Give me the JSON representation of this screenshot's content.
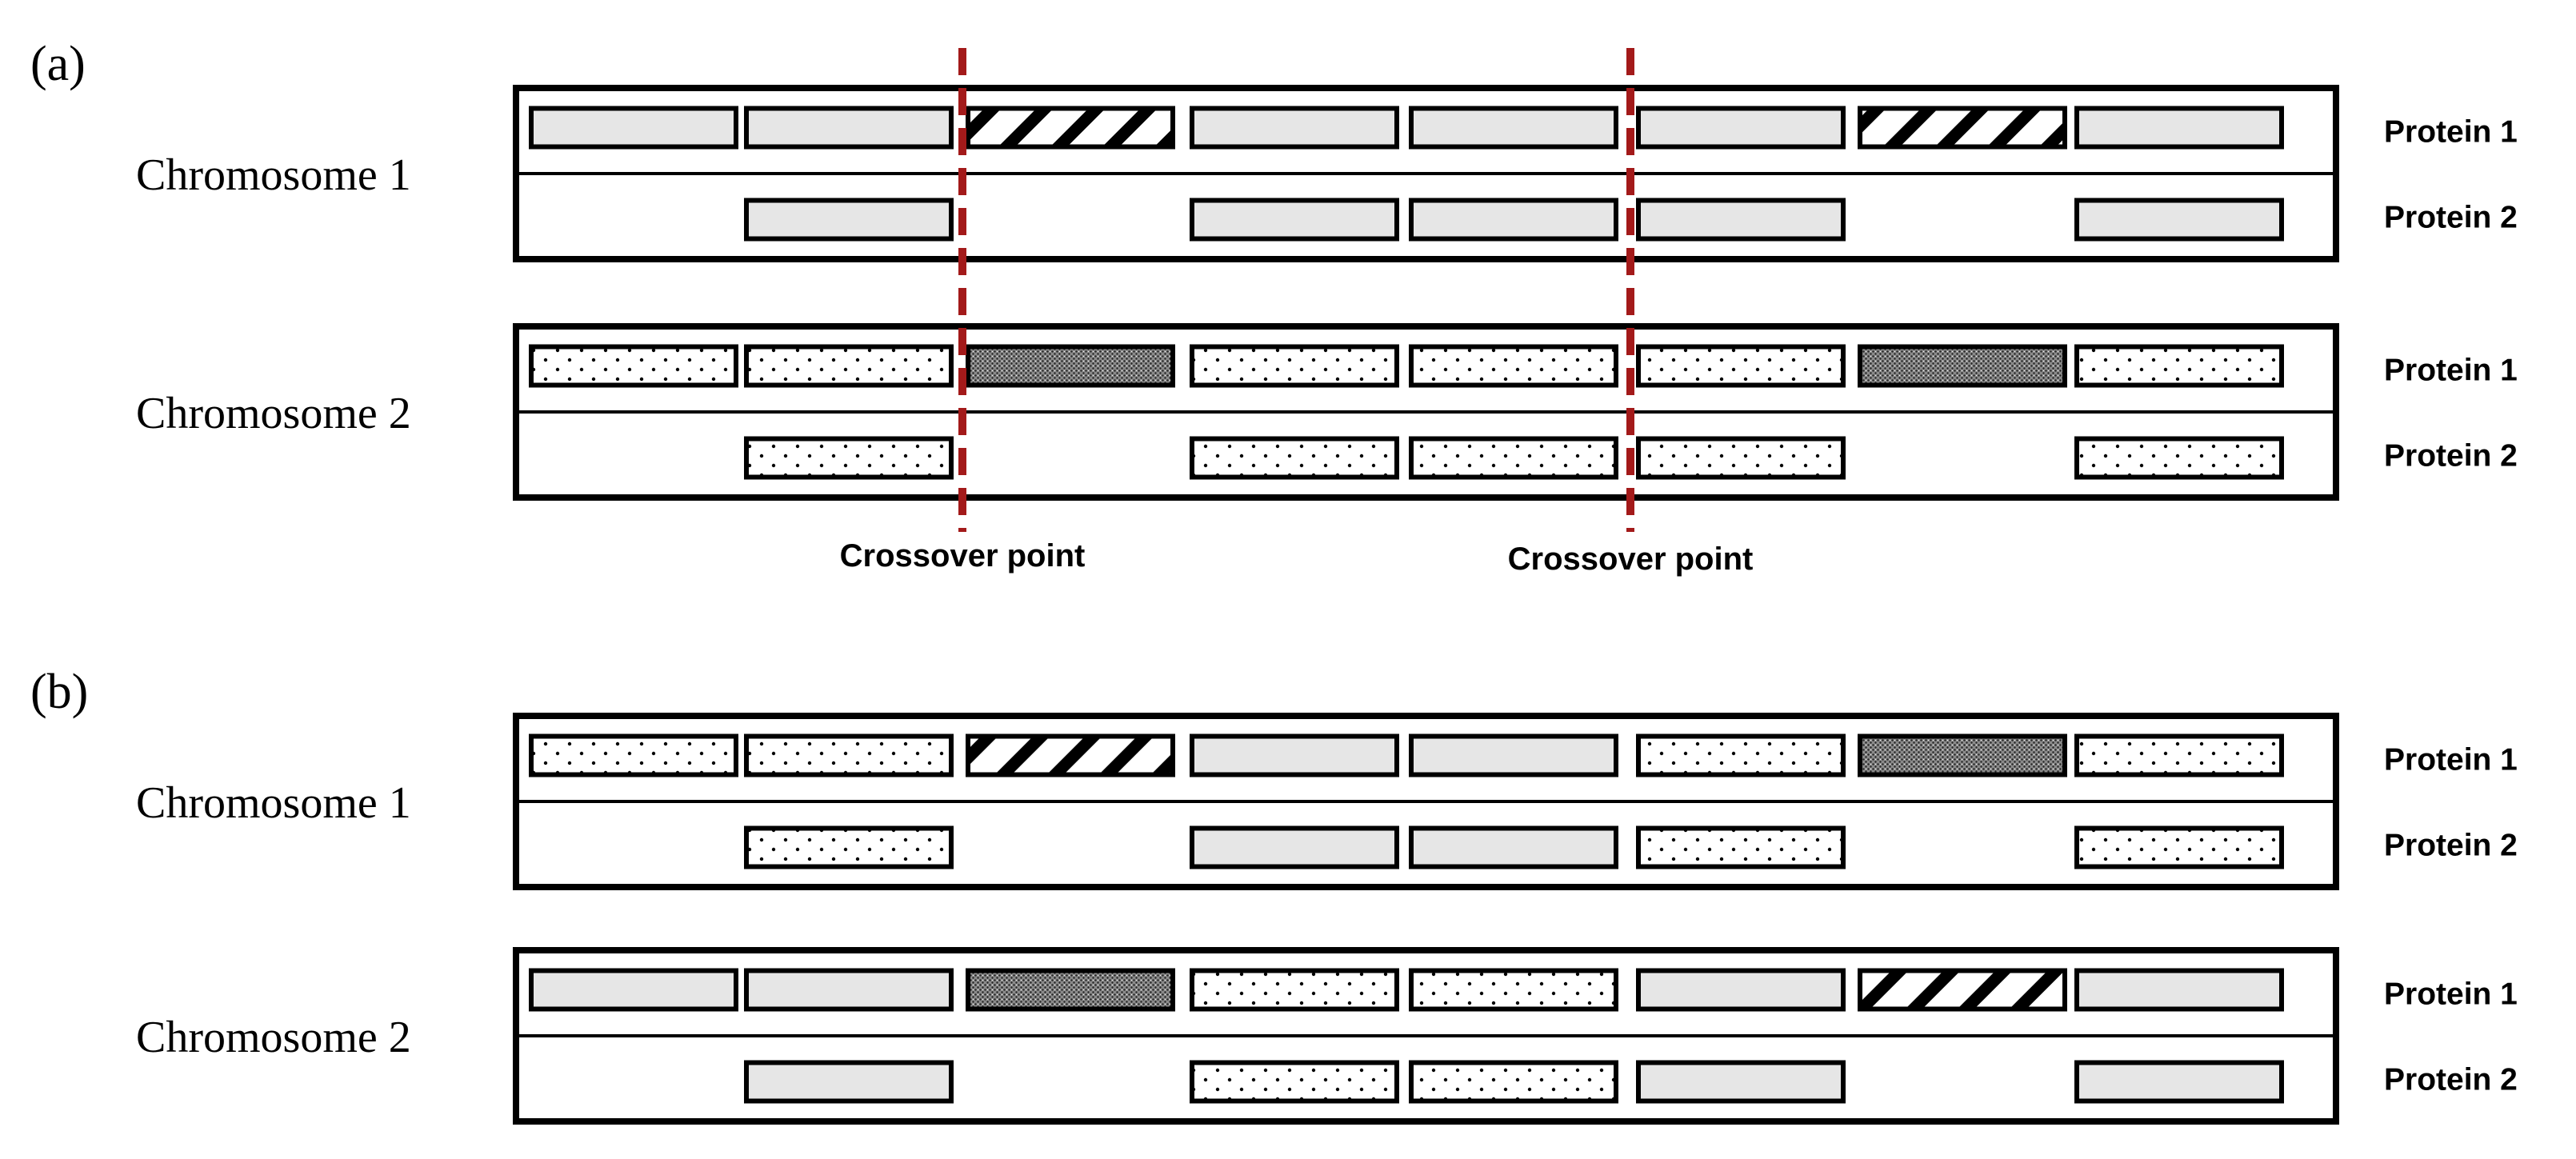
{
  "panels": [
    {
      "label": "(a)",
      "chromosomes": [
        {
          "label": "Chromosome 1",
          "rows": [
            {
              "label": "Protein 1",
              "genes": [
                "plain",
                "plain",
                "hatch",
                "plain",
                "plain",
                "plain",
                "hatch",
                "plain"
              ]
            },
            {
              "label": "Protein 2",
              "genes": [
                "none",
                "plain",
                "none",
                "plain",
                "plain",
                "plain",
                "none",
                "plain"
              ]
            }
          ]
        },
        {
          "label": "Chromosome 2",
          "rows": [
            {
              "label": "Protein 1",
              "genes": [
                "dots",
                "dots",
                "dense",
                "dots",
                "dots",
                "dots",
                "dense",
                "dots"
              ]
            },
            {
              "label": "Protein 2",
              "genes": [
                "none",
                "dots",
                "none",
                "dots",
                "dots",
                "dots",
                "none",
                "dots"
              ]
            }
          ]
        }
      ],
      "crossovers": [
        {
          "label": "Crossover point"
        },
        {
          "label": "Crossover point"
        }
      ]
    },
    {
      "label": "(b)",
      "chromosomes": [
        {
          "label": "Chromosome 1",
          "rows": [
            {
              "label": "Protein 1",
              "genes": [
                "dots",
                "dots",
                "hatch",
                "plain",
                "plain",
                "dots",
                "dense",
                "dots"
              ]
            },
            {
              "label": "Protein 2",
              "genes": [
                "none",
                "dots",
                "none",
                "plain",
                "plain",
                "dots",
                "none",
                "dots"
              ]
            }
          ]
        },
        {
          "label": "Chromosome 2",
          "rows": [
            {
              "label": "Protein 1",
              "genes": [
                "plain",
                "plain",
                "dense",
                "dots",
                "dots",
                "plain",
                "hatch",
                "plain"
              ]
            },
            {
              "label": "Protein 2",
              "genes": [
                "none",
                "plain",
                "none",
                "dots",
                "dots",
                "plain",
                "none",
                "plain"
              ]
            }
          ]
        }
      ],
      "crossovers": []
    }
  ],
  "colors": {
    "gene_plain": "#e6e6e6",
    "gene_dense": "#7a7a7a",
    "crossover_line": "#a31a1a"
  }
}
